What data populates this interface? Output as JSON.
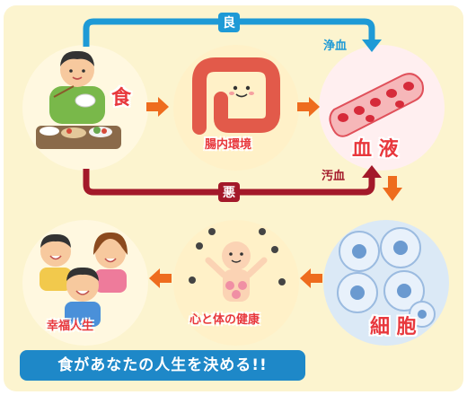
{
  "nodes": {
    "food": "食",
    "gut": "腸内環境",
    "blood": "血 液",
    "cells": "細 胞",
    "health": "心と体の健康",
    "happiness": "幸福人生"
  },
  "paths": {
    "good": "良",
    "bad": "悪",
    "clean_blood": "浄血",
    "dirty_blood": "汚血"
  },
  "banner": "食があなたの人生を決める!!",
  "colors": {
    "good_path": "#1e9ad6",
    "bad_path": "#a3192a",
    "flow_arrow": "#ee6c1e",
    "label_red": "#e8383d",
    "banner_bg": "#1e88c8",
    "panel_bg": "#fcf4cf"
  },
  "icons": [
    "person-eating-icon",
    "intestine-icon",
    "blood-vessel-icon",
    "cells-icon",
    "healthy-body-icon",
    "happy-family-icon"
  ]
}
